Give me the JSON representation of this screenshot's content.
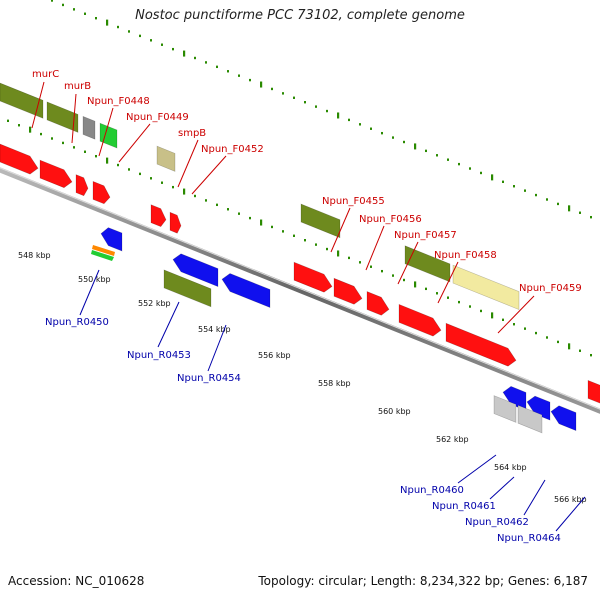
{
  "title": "Nostoc punctiforme PCC 73102, complete genome",
  "footer": {
    "accession": "Accession: NC_010628",
    "topology": "Topology: circular; Length: 8,234,322 bp; Genes: 6,187"
  },
  "colors": {
    "forward_label": "#cc0000",
    "reverse_label": "#0000aa",
    "gene_red": "#ff1010",
    "gene_blue": "#1010ee",
    "gene_olive": "#6e8a1e",
    "gene_khaki": "#f2eaa0",
    "gene_gray": "#888888",
    "gene_green": "#22cc33",
    "gene_orange": "#ff8800",
    "gene_tan": "#c8c088",
    "tick_green": "#2a8a00",
    "axis_gray": "#777777"
  },
  "scale_ticks": [
    "548 kbp",
    "550 kbp",
    "552 kbp",
    "554 kbp",
    "556 kbp",
    "558 kbp",
    "560 kbp",
    "562 kbp",
    "564 kbp",
    "566 kbp"
  ],
  "forward_labels": [
    "murC",
    "murB",
    "Npun_F0448",
    "Npun_F0449",
    "smpB",
    "Npun_F0452",
    "Npun_F0455",
    "Npun_F0456",
    "Npun_F0457",
    "Npun_F0458",
    "Npun_F0459"
  ],
  "reverse_labels": [
    "Npun_R0450",
    "Npun_R0453",
    "Npun_R0454",
    "Npun_R0460",
    "Npun_R0461",
    "Npun_R0462",
    "Npun_R0464"
  ]
}
